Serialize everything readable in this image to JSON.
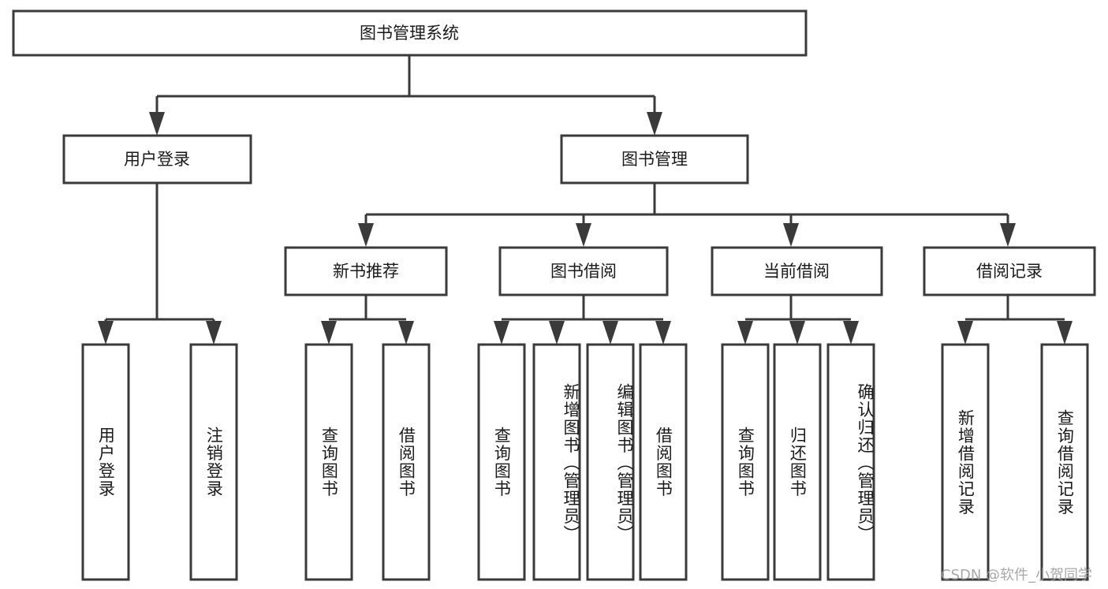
{
  "diagram": {
    "title": "图书管理系统",
    "type": "functional-structure-tree",
    "watermark": "CSDN @软件_小贺同学",
    "colors": {
      "stroke": "#3a3a3a",
      "box_fill": "#ffffff",
      "text": "#1a1a1a",
      "background": "#ffffff",
      "watermark": "#9a9a9a"
    },
    "root": {
      "label": "图书管理系统"
    },
    "level2": [
      {
        "label": "用户登录"
      },
      {
        "label": "图书管理"
      }
    ],
    "level3": [
      {
        "label": "新书推荐"
      },
      {
        "label": "图书借阅"
      },
      {
        "label": "当前借阅"
      },
      {
        "label": "借阅记录"
      }
    ],
    "leaves": {
      "user_login": [
        {
          "label": "用户登录"
        },
        {
          "label": "注销登录"
        }
      ],
      "new_book_recommend": [
        {
          "label": "查询图书"
        },
        {
          "label": "借阅图书"
        }
      ],
      "book_borrow": [
        {
          "label": "查询图书"
        },
        {
          "label": "新增图书（管理员）"
        },
        {
          "label": "编辑图书（管理员）"
        },
        {
          "label": "借阅图书"
        }
      ],
      "current_borrow": [
        {
          "label": "查询图书"
        },
        {
          "label": "归还图书"
        },
        {
          "label": "确认归还（管理员）"
        }
      ],
      "borrow_record": [
        {
          "label": "新增借阅记录"
        },
        {
          "label": "查询借阅记录"
        }
      ]
    }
  }
}
